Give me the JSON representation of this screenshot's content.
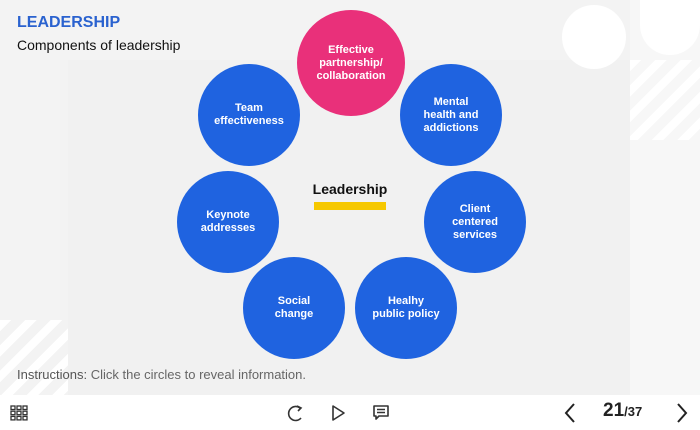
{
  "header": {
    "title": "LEADERSHIP",
    "subtitle": "Components of leadership"
  },
  "diagram": {
    "center": "Leadership",
    "items": [
      {
        "label": "Effective\npartnership/\ncollaboration",
        "highlighted": true
      },
      {
        "label": "Mental\nhealth and\naddictions"
      },
      {
        "label": "Client\ncentered\nservices"
      },
      {
        "label": "Healhy\npublic policy"
      },
      {
        "label": "Social\nchange"
      },
      {
        "label": "Keynote\naddresses"
      },
      {
        "label": "Team\neffectiveness"
      }
    ]
  },
  "instructions": {
    "label": "Instructions:",
    "text": " Click the circles to reveal information."
  },
  "footer": {
    "current_page": "21",
    "total_pages": "/37"
  },
  "colors": {
    "accent": "#1f63e0",
    "highlight": "#e9307a",
    "bar": "#f6c800",
    "title": "#2a62cf"
  }
}
